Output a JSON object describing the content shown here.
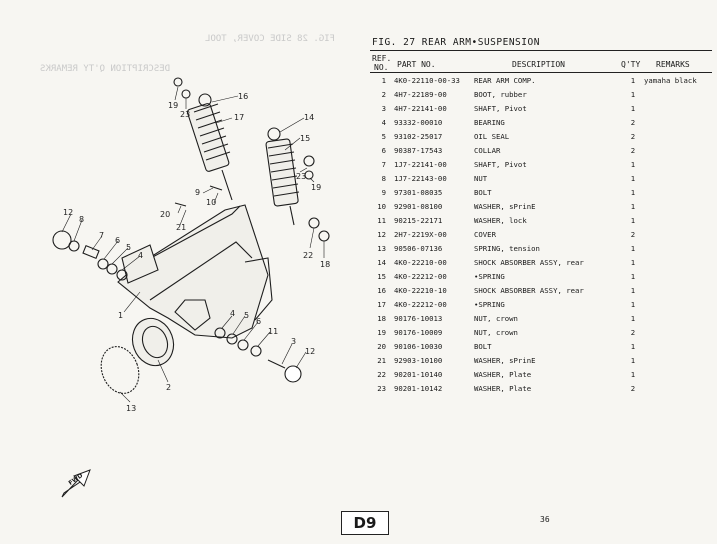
{
  "figure": {
    "title": "FIG. 27  REAR ARM•SUSPENSION"
  },
  "columns": {
    "ref_line1": "REF.",
    "ref_line2": "NO.",
    "part_no": "PART NO.",
    "description": "DESCRIPTION",
    "qty": "Q'TY",
    "remarks": "REMARKS"
  },
  "parts": [
    {
      "ref": "1",
      "part_no": "4K0-22110-00-33",
      "description": "REAR ARM COMP.",
      "qty": "1",
      "remarks": "yamaha black"
    },
    {
      "ref": "2",
      "part_no": "4H7-22189-00",
      "description": "BOOT, rubber",
      "qty": "1",
      "remarks": ""
    },
    {
      "ref": "3",
      "part_no": "4H7-22141-00",
      "description": "SHAFT, Pivot",
      "qty": "1",
      "remarks": ""
    },
    {
      "ref": "4",
      "part_no": "93332-00010",
      "description": "BEARING",
      "qty": "2",
      "remarks": ""
    },
    {
      "ref": "5",
      "part_no": "93102-25017",
      "description": "OIL SEAL",
      "qty": "2",
      "remarks": ""
    },
    {
      "ref": "6",
      "part_no": "90387-17543",
      "description": "COLLAR",
      "qty": "2",
      "remarks": ""
    },
    {
      "ref": "7",
      "part_no": "1J7-22141-00",
      "description": "SHAFT, Pivot",
      "qty": "1",
      "remarks": ""
    },
    {
      "ref": "8",
      "part_no": "1J7-22143-00",
      "description": "NUT",
      "qty": "1",
      "remarks": ""
    },
    {
      "ref": "9",
      "part_no": "97301-08035",
      "description": "BOLT",
      "qty": "1",
      "remarks": ""
    },
    {
      "ref": "10",
      "part_no": "92901-08100",
      "description": "WASHER, sPrinE",
      "qty": "1",
      "remarks": ""
    },
    {
      "ref": "11",
      "part_no": "90215-22171",
      "description": "WASHER, lock",
      "qty": "1",
      "remarks": ""
    },
    {
      "ref": "12",
      "part_no": "2H7-2219X-00",
      "description": "COVER",
      "qty": "2",
      "remarks": ""
    },
    {
      "ref": "13",
      "part_no": "90506-07136",
      "description": "SPRING, tension",
      "qty": "1",
      "remarks": ""
    },
    {
      "ref": "14",
      "part_no": "4K0-22210-00",
      "description": "SHOCK ABSORBER ASSY, rear",
      "qty": "1",
      "remarks": ""
    },
    {
      "ref": "15",
      "part_no": "4K0-22212-00",
      "description": "•SPRING",
      "qty": "1",
      "remarks": ""
    },
    {
      "ref": "16",
      "part_no": "4K0-22210-10",
      "description": "SHOCK ABSORBER ASSY, rear",
      "qty": "1",
      "remarks": ""
    },
    {
      "ref": "17",
      "part_no": "4K0-22212-00",
      "description": "•SPRING",
      "qty": "1",
      "remarks": ""
    },
    {
      "ref": "18",
      "part_no": "90176-10013",
      "description": "NUT, crown",
      "qty": "1",
      "remarks": ""
    },
    {
      "ref": "19",
      "part_no": "90176-10009",
      "description": "NUT, crown",
      "qty": "2",
      "remarks": ""
    },
    {
      "ref": "20",
      "part_no": "90106-10030",
      "description": "BOLT",
      "qty": "1",
      "remarks": ""
    },
    {
      "ref": "21",
      "part_no": "92903-10100",
      "description": "WASHER, sPrinE",
      "qty": "1",
      "remarks": ""
    },
    {
      "ref": "22",
      "part_no": "90201-10140",
      "description": "WASHER, Plate",
      "qty": "1",
      "remarks": ""
    },
    {
      "ref": "23",
      "part_no": "90201-10142",
      "description": "WASHER, Plate",
      "qty": "2",
      "remarks": ""
    }
  ],
  "callouts": [
    "1",
    "2",
    "3",
    "4",
    "5",
    "6",
    "7",
    "8",
    "9",
    "10",
    "11",
    "12",
    "13",
    "14",
    "15",
    "16",
    "17",
    "18",
    "19",
    "20",
    "21",
    "22",
    "23"
  ],
  "footer": {
    "page_code": "D9",
    "page_number": "36",
    "front_tag": "FWD"
  },
  "show_through": {
    "ghost_title": "FIG. 28  SIDE COVER, TOOL",
    "ghost_header": "DESCRIPTION   Q'TY   REMARKS"
  },
  "colors": {
    "paper": "#f7f6f2",
    "ink": "#1a1a1a",
    "ghost_ink": "#c9c9c9"
  }
}
